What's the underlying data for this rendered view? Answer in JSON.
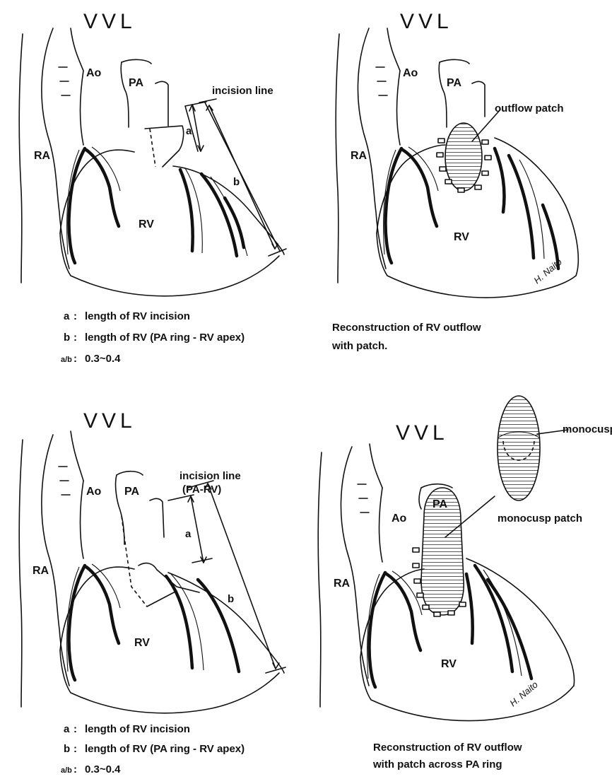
{
  "panels": [
    {
      "id": "top-left",
      "labels": {
        "vessels": "VVL",
        "ao": "Ao",
        "pa": "PA",
        "ra": "RA",
        "rv": "RV",
        "incision": "incision line",
        "a": "a",
        "b": "b"
      },
      "legend": [
        {
          "key": "a",
          "sep": ":",
          "text": "length of RV incision"
        },
        {
          "key": "b",
          "sep": ":",
          "text": "length of RV (PA ring - RV apex)"
        },
        {
          "key": "a/b",
          "sep": ":",
          "text": "0.3~0.4"
        }
      ]
    },
    {
      "id": "top-right",
      "labels": {
        "vessels": "VVL",
        "ao": "Ao",
        "pa": "PA",
        "ra": "RA",
        "rv": "RV",
        "patch": "outflow patch"
      },
      "caption": [
        "Reconstruction of RV outflow",
        "with patch."
      ],
      "signature": "H. Naito"
    },
    {
      "id": "bottom-left",
      "labels": {
        "vessels": "VVL",
        "ao": "Ao",
        "pa": "PA",
        "ra": "RA",
        "rv": "RV",
        "incision": "incision line",
        "incision_sub": "(PA-RV)",
        "a": "a",
        "b": "b"
      },
      "legend": [
        {
          "key": "a",
          "sep": ":",
          "text": "length of RV incision"
        },
        {
          "key": "b",
          "sep": ":",
          "text": "length of RV (PA ring - RV apex)"
        },
        {
          "key": "a/b",
          "sep": ":",
          "text": "0.3~0.4"
        }
      ]
    },
    {
      "id": "bottom-right",
      "labels": {
        "vessels": "VVL",
        "ao": "Ao",
        "pa": "PA",
        "ra": "RA",
        "rv": "RV",
        "monocusp": "monocusp",
        "monocusp_patch": "monocusp patch"
      },
      "caption": [
        "Reconstruction of RV outflow",
        "with patch across PA ring"
      ],
      "signature": "H. Naito"
    }
  ]
}
